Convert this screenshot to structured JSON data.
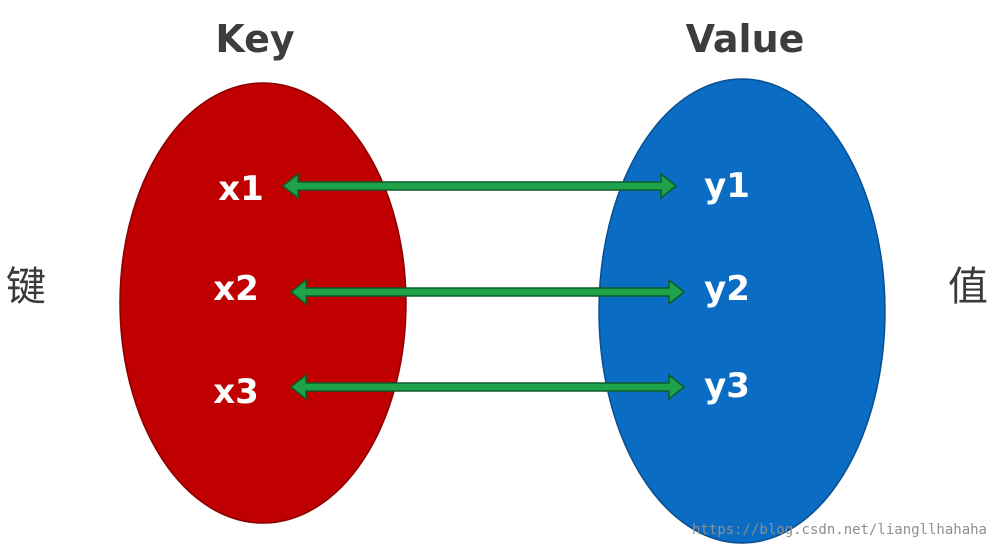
{
  "titles": {
    "key": "Key",
    "value": "Value"
  },
  "side_labels": {
    "left": "键",
    "right": "值"
  },
  "keys": [
    "x1",
    "x2",
    "x3"
  ],
  "values": [
    "y1",
    "y2",
    "y3"
  ],
  "connections": [
    {
      "from": "x1",
      "to": "y1",
      "direction": "bidirectional"
    },
    {
      "from": "x2",
      "to": "y2",
      "direction": "bidirectional"
    },
    {
      "from": "x3",
      "to": "y3",
      "direction": "bidirectional"
    }
  ],
  "watermark": "https://blog.csdn.net/liangllhahaha",
  "colors": {
    "key_set": "#c00000",
    "value_set": "#0b6cc4",
    "arrow_fill": "#1fa34a",
    "arrow_stroke": "#0d5c2a",
    "title_text": "#3d3d3d"
  }
}
